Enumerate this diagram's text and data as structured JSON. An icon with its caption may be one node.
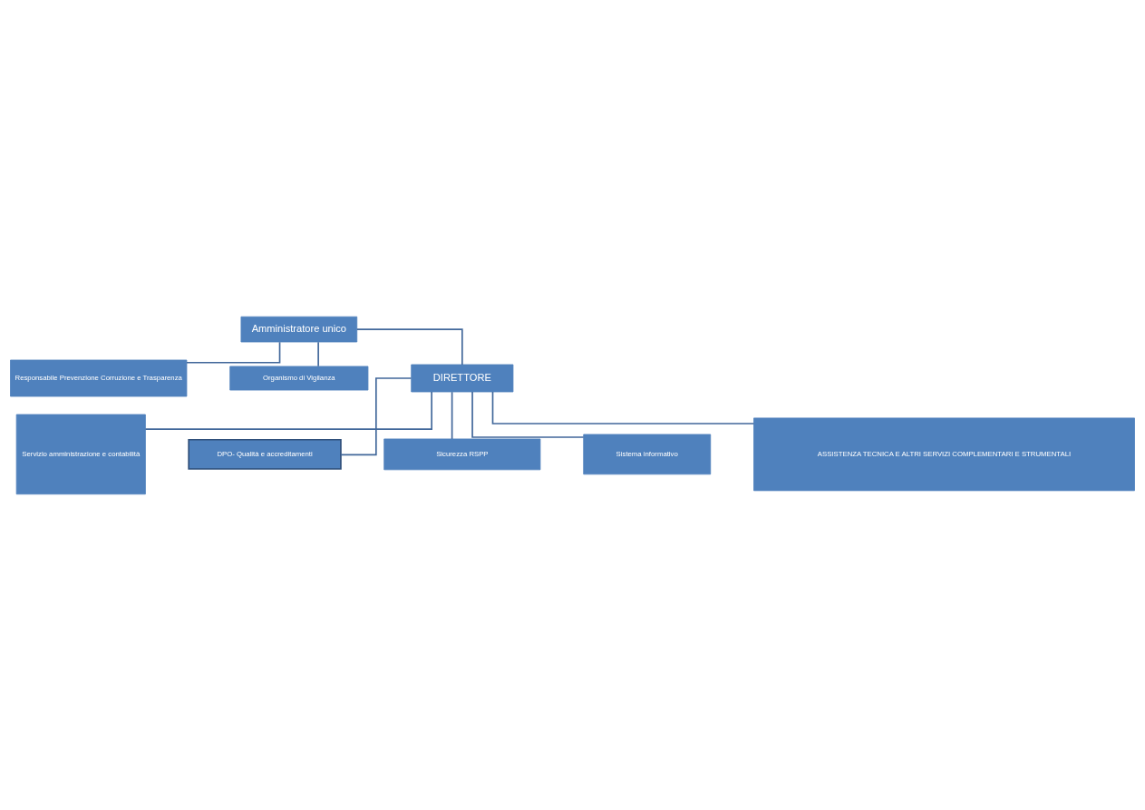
{
  "diagram": {
    "nodes": [
      {
        "text": [
          "Amministratore unico"
        ]
      },
      {
        "text": [
          "Responsabile Prevenzione Corruzione e Trasparenza"
        ]
      },
      {
        "text": [
          "Organismo di Vigilanza"
        ]
      },
      {
        "text": [
          "DIRETTORE"
        ]
      },
      {
        "text": [
          "Servizio amministrazione e contabilità"
        ]
      },
      {
        "text": [
          "DPO- Qualità e accreditamenti"
        ]
      },
      {
        "text": [
          "Sicurezza RSPP"
        ]
      },
      {
        "text": [
          "Sistema informativo"
        ]
      },
      {
        "text": [
          "ASSISTENZA TECNICA E ALTRI SERVIZI COMPLEMENTARI E STRUMENTALI"
        ]
      }
    ],
    "edges": [
      {
        "from": 0,
        "to": 1,
        "arrow": "none"
      },
      {
        "from": 0,
        "to": 2,
        "arrow": "none"
      },
      {
        "from": 0,
        "to": 3,
        "arrow": "none"
      },
      {
        "from": 3,
        "to": 4,
        "arrow": "none"
      },
      {
        "from": 3,
        "to": 5,
        "arrow": "none"
      },
      {
        "from": 3,
        "to": 6,
        "arrow": "none"
      },
      {
        "from": 3,
        "to": 7,
        "arrow": "none"
      },
      {
        "from": 3,
        "to": 8,
        "arrow": "none"
      }
    ]
  }
}
